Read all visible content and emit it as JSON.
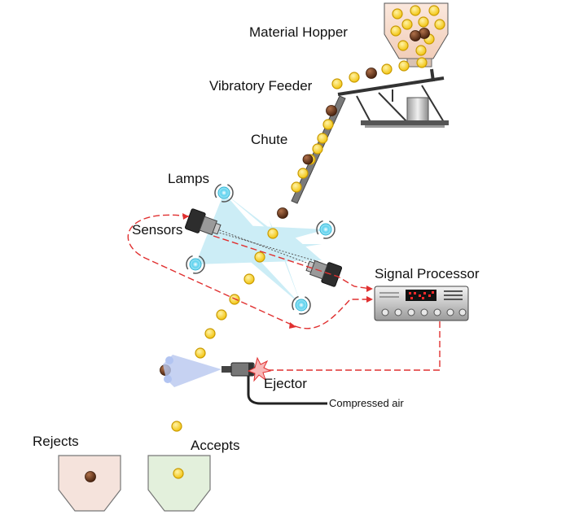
{
  "labels": {
    "material_hopper": "Material Hopper",
    "vibratory_feeder": "Vibratory Feeder",
    "chute": "Chute",
    "lamps": "Lamps",
    "sensors": "Sensors",
    "signal_processor": "Signal Processor",
    "ejector": "Ejector",
    "compressed_air": "Compressed air",
    "rejects": "Rejects",
    "accepts": "Accepts"
  },
  "colors": {
    "good_particle": "#f2c40f",
    "good_particle_ring": "#c99a00",
    "bad_particle": "#6b3a1e",
    "signal_line": "#e03030",
    "light_beam": "#8fd8ec",
    "reject_bin": "#f5e3dc",
    "accept_bin": "#e3f0dc",
    "hopper_fill": "#f6dccf"
  },
  "icons": [
    "lamp-icon",
    "sensor-camera-icon",
    "signal-processor-unit",
    "ejector-nozzle-icon",
    "air-burst-icon"
  ]
}
